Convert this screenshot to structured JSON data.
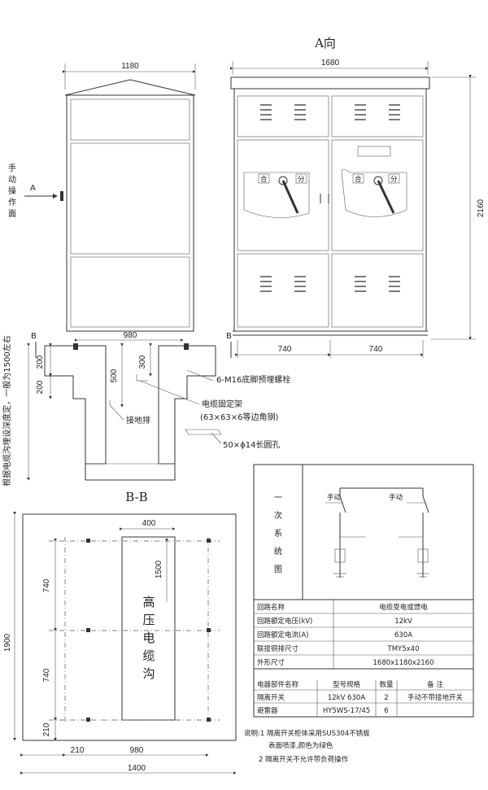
{
  "view_a": {
    "title": "A向",
    "width": "1680",
    "height": "2160",
    "half1": "740",
    "half2": "740"
  },
  "side": {
    "width": "1180",
    "arrow": "A",
    "op_side": "手动操作面",
    "b_left": "B",
    "b_right": "B"
  },
  "foundation": {
    "width": "980",
    "d200a": "200",
    "d200b": "200",
    "d300": "300",
    "d500": "500",
    "depth_note": "根据电缆沟埋设深度定，一般为1500左右",
    "bolts": "6-M16底脚预埋螺栓",
    "bracket": "电缆固定架",
    "bracket_spec": "(63×63×6等边角钢)",
    "ground": "接地排",
    "hole": "50×ϕ14长圆孔"
  },
  "section_bb": {
    "title": "B-B",
    "trench_w": "400",
    "trench_len": "1500",
    "trench_label": "高压电缆沟",
    "d740a": "740",
    "d740b": "740",
    "d210a": "210",
    "d210b": "210",
    "d980": "980",
    "d1900": "1900",
    "d1400": "1400"
  },
  "panel": {
    "open_label": "合",
    "close_label": "分"
  },
  "schematic": {
    "title": "一次系统图",
    "manual1": "手动",
    "manual2": "手动"
  },
  "params": [
    {
      "name": "回路名称",
      "value": "电缆受电或馈电"
    },
    {
      "name": "回路额定电压(kV)",
      "value": "12kV"
    },
    {
      "name": "回路额定电流(A)",
      "value": "630A"
    },
    {
      "name": "联接铜排尺寸",
      "value": "TMY5x40"
    },
    {
      "name": "外形尺寸",
      "value": "1680x1180x2160"
    }
  ],
  "parts_header": {
    "name": "电器部件名称",
    "model": "型号规格",
    "qty": "数量",
    "note": "备  注"
  },
  "parts": [
    {
      "name": "隔离开关",
      "model": "12kV 630A",
      "qty": "2",
      "note": "手动不带接地开关"
    },
    {
      "name": "避雷器",
      "model": "HY5WS-17/45",
      "qty": "6",
      "note": ""
    }
  ],
  "notes": {
    "n1a": "说明:1 隔离开关柜体采用SUS304不锈板",
    "n1b": "表面喷漆,颜色为绿色",
    "n2": "2 隔离开关不允许带负荷操作"
  }
}
